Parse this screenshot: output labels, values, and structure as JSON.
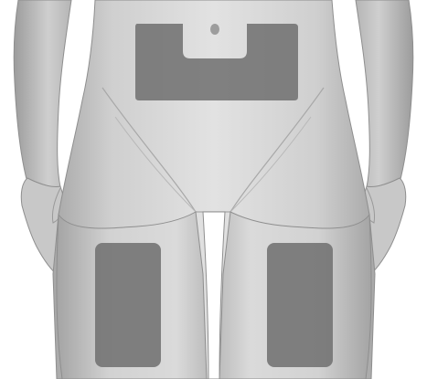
{
  "figure": {
    "subject": "lower-torso-and-thighs",
    "colors": {
      "background": "#ffffff",
      "skin_light": "#dcdcdc",
      "skin_mid": "#c4c4c4",
      "skin_dark": "#9a9a9a",
      "outline": "#8a8a8a",
      "injection_zone": "#6f6f6f"
    },
    "zones": [
      {
        "id": "abdomen",
        "shape": "notched-rectangle"
      },
      {
        "id": "right-thigh",
        "shape": "rounded-rectangle"
      },
      {
        "id": "left-thigh",
        "shape": "rounded-rectangle"
      }
    ]
  }
}
